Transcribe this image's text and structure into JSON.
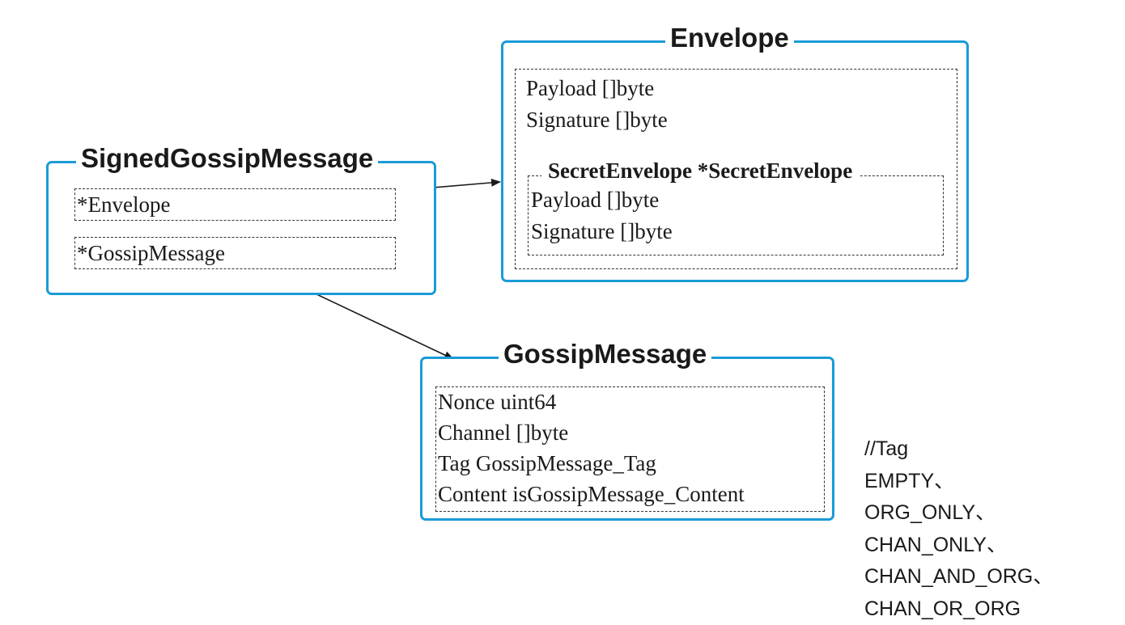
{
  "signed_gossip_message": {
    "title": "SignedGossipMessage",
    "fields": [
      "*Envelope",
      "*GossipMessage"
    ]
  },
  "envelope": {
    "title": "Envelope",
    "fields": [
      "Payload []byte",
      "Signature []byte"
    ],
    "secret_envelope": {
      "title": "SecretEnvelope *SecretEnvelope",
      "fields": [
        "Payload []byte",
        "Signature []byte"
      ]
    }
  },
  "gossip_message": {
    "title": "GossipMessage",
    "fields": [
      "Nonce uint64",
      "Channel []byte",
      "Tag GossipMessage_Tag",
      "Content isGossipMessage_Content"
    ]
  },
  "tag_note": {
    "lines": [
      "//Tag",
      "EMPTY、",
      "ORG_ONLY、",
      "CHAN_ONLY、",
      "CHAN_AND_ORG、",
      "CHAN_OR_ORG"
    ]
  },
  "colors": {
    "box_border": "#1a9bd7",
    "dashed_border": "#333333",
    "arrow": "#1a1a1a"
  }
}
